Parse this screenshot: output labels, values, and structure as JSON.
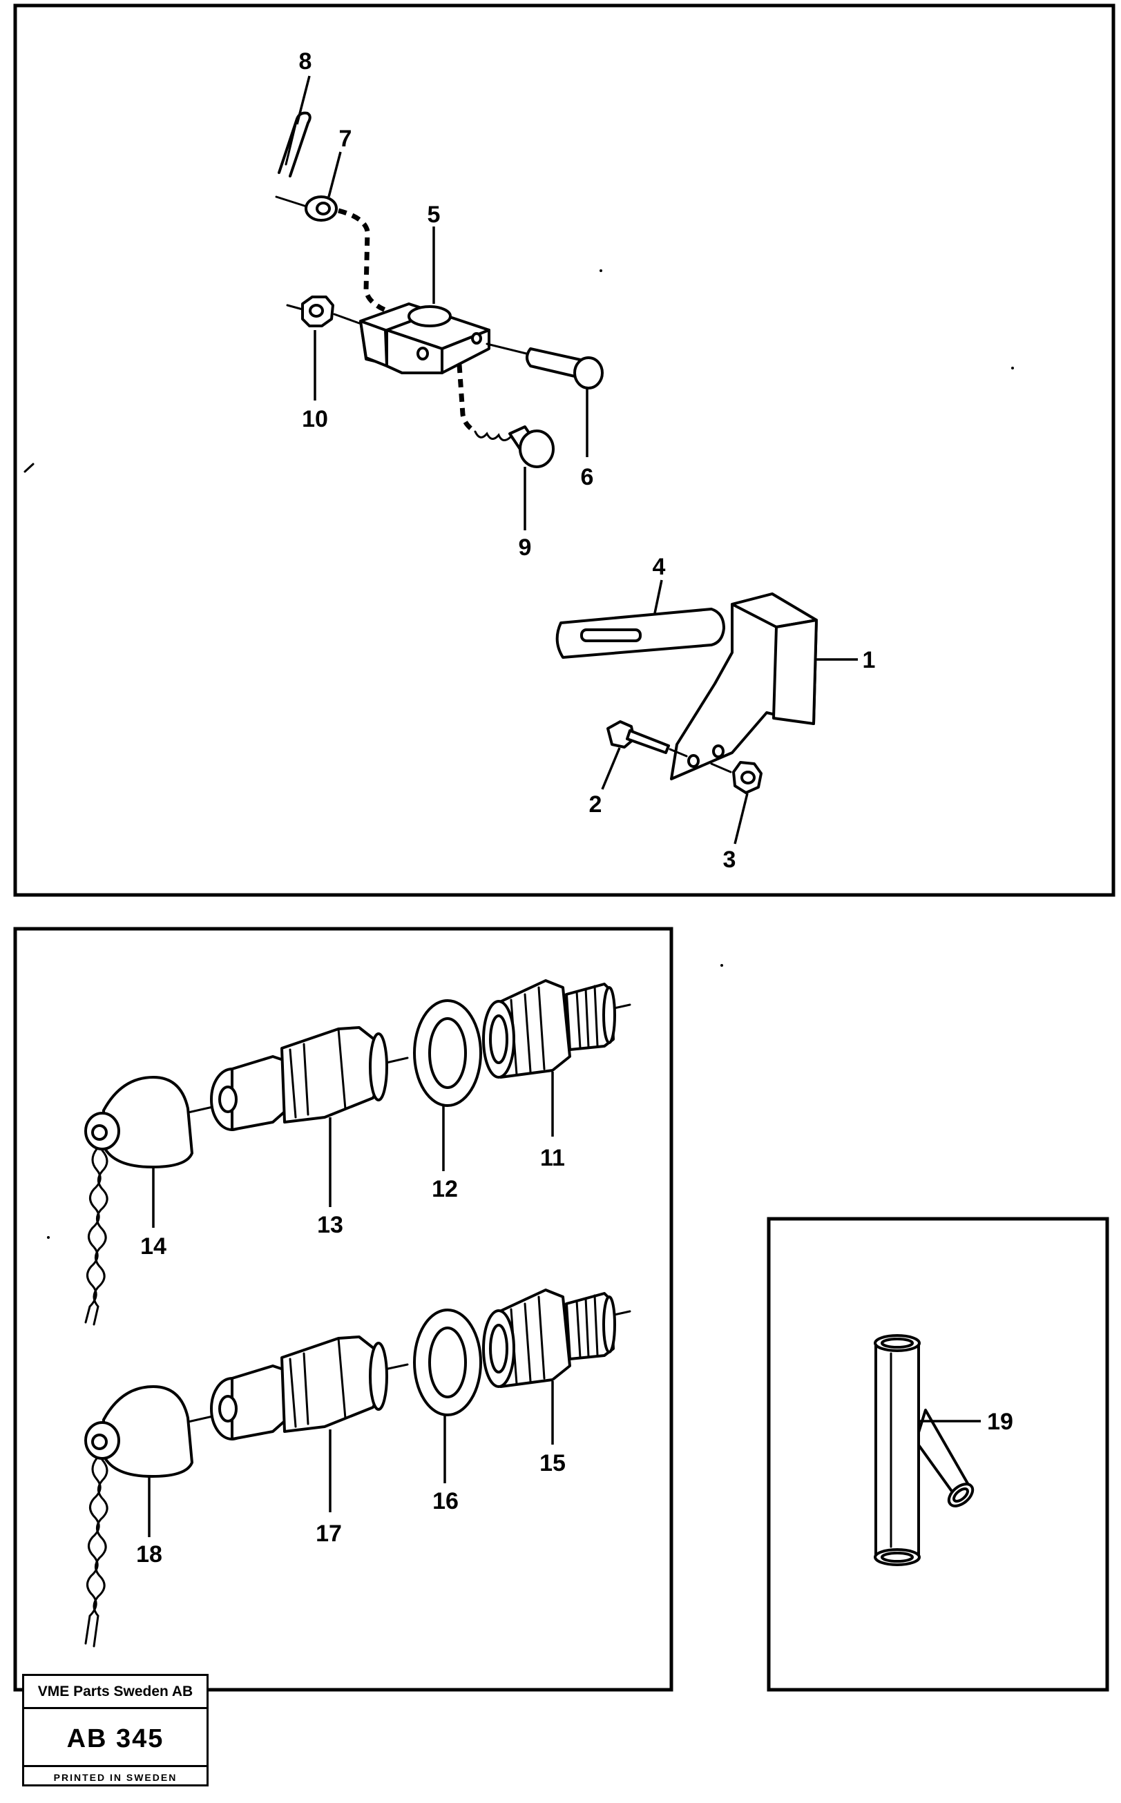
{
  "callouts": {
    "c1": "1",
    "c2": "2",
    "c3": "3",
    "c4": "4",
    "c5": "5",
    "c6": "6",
    "c7": "7",
    "c8": "8",
    "c9": "9",
    "c10": "10",
    "c11": "11",
    "c12": "12",
    "c13": "13",
    "c14": "14",
    "c15": "15",
    "c16": "16",
    "c17": "17",
    "c18": "18",
    "c19": "19"
  },
  "stamp": {
    "company": "VME Parts Sweden AB",
    "code": "AB 345",
    "printed": "PRINTED IN SWEDEN"
  }
}
